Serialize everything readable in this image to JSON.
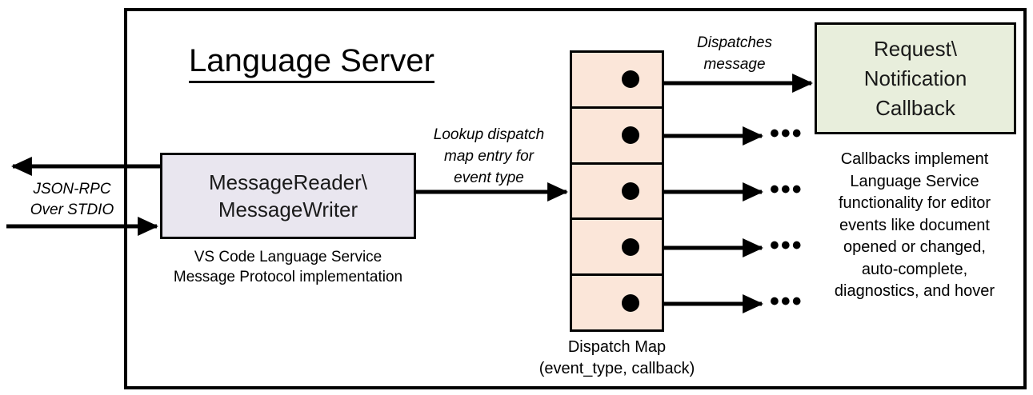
{
  "diagram": {
    "title": "Language Server",
    "boundary_name": "language-server-boundary"
  },
  "io": {
    "label_line1": "JSON-RPC",
    "label_line2": "Over STDIO"
  },
  "reader_writer": {
    "line1": "MessageReader\\",
    "line2": "MessageWriter",
    "caption_line1": "VS Code Language Service",
    "caption_line2": "Message Protocol implementation",
    "fill": "#E9E6EF"
  },
  "lookup": {
    "line1": "Lookup dispatch",
    "line2": "map entry for",
    "line3": "event type"
  },
  "dispatch_map": {
    "caption_line1": "Dispatch Map",
    "caption_line2": "(event_type, callback)",
    "fill": "#FBE6D9",
    "rows": [
      {
        "index": 1,
        "dot": "entry-dot"
      },
      {
        "index": 2,
        "dot": "entry-dot"
      },
      {
        "index": 3,
        "dot": "entry-dot"
      },
      {
        "index": 4,
        "dot": "entry-dot"
      },
      {
        "index": 5,
        "dot": "entry-dot"
      }
    ]
  },
  "dispatch_arrow": {
    "line1": "Dispatches",
    "line2": "message"
  },
  "callback": {
    "line1": "Request\\",
    "line2": "Notification",
    "line3": "Callback",
    "fill": "#E8EEDC",
    "caption_line1": "Callbacks implement",
    "caption_line2": "Language Service",
    "caption_line3": "functionality for editor",
    "caption_line4": "events like document",
    "caption_line5": "opened or changed,",
    "caption_line6": "auto-complete,",
    "caption_line7": "diagnostics, and hover"
  },
  "ellipses": {
    "glyph": "•••"
  },
  "colors": {
    "stroke": "#000000",
    "background": "#FFFFFF"
  }
}
